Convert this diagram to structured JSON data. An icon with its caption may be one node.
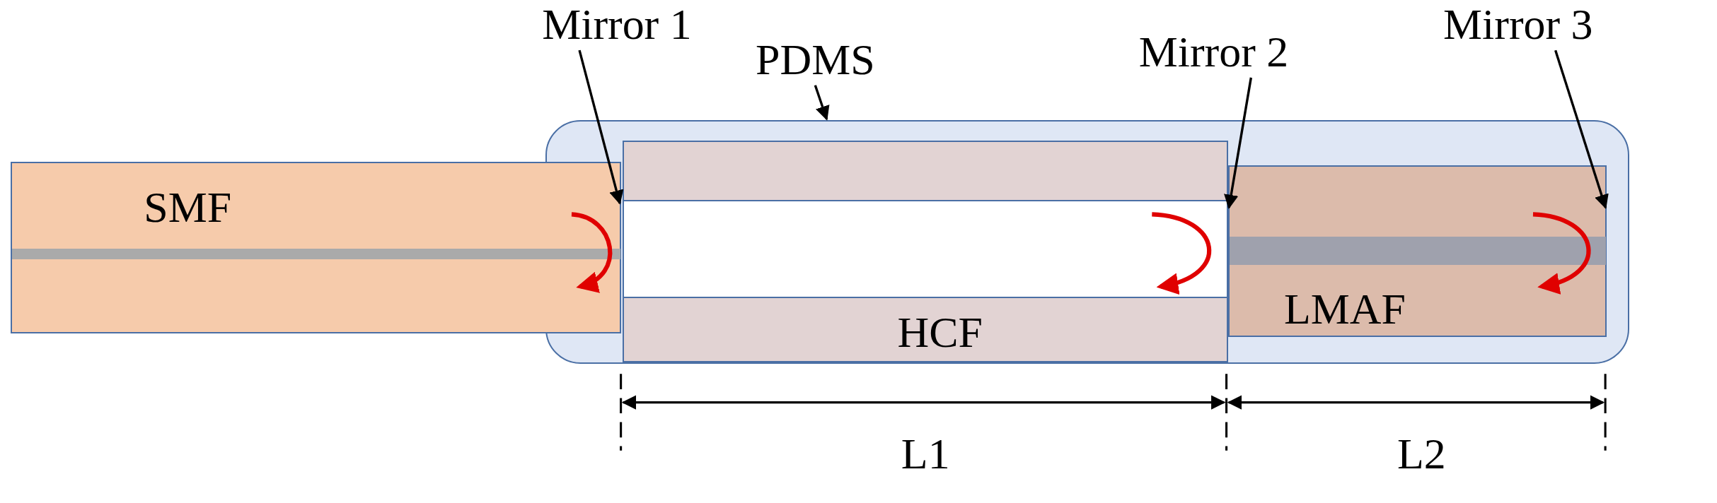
{
  "diagram": {
    "nodes": [
      {
        "text": [],
        "shape": "box"
      },
      {
        "text": [
          "SMF"
        ]
      },
      {
        "text": [
          "HCF"
        ],
        "in": 0
      },
      {
        "text": [
          "LMAF"
        ],
        "in": 0
      },
      {
        "text": [
          "Mirror 1"
        ]
      },
      {
        "text": [
          "PDMS"
        ]
      },
      {
        "text": [
          "Mirror 2"
        ]
      },
      {
        "text": [
          "Mirror 3"
        ]
      },
      {
        "text": [],
        "shape": "bar",
        "in": 1
      },
      {
        "text": [],
        "shape": "bar",
        "in": 3
      }
    ],
    "edges": [
      {
        "from": 4,
        "to": 1,
        "arrow": "to"
      },
      {
        "from": 5,
        "to": 0,
        "arrow": "to"
      },
      {
        "from": 6,
        "to": 3,
        "arrow": "to"
      },
      {
        "from": 7,
        "to": 3,
        "arrow": "to"
      }
    ],
    "labels": [
      "L1",
      "L2"
    ]
  }
}
